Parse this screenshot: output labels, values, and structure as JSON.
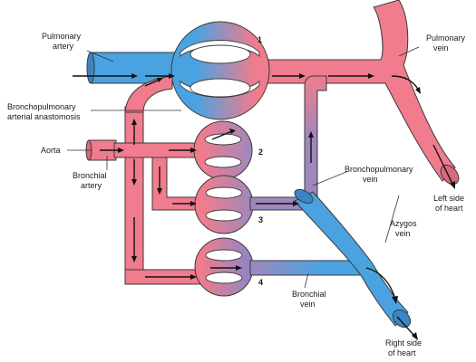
{
  "labels": {
    "pulmonary_artery_1": "Pulmonary",
    "pulmonary_artery_2": "artery",
    "pulmonary_vein_1": "Pulmonary",
    "pulmonary_vein_2": "vein",
    "bronchopulmonary_anastomosis_1": "Bronchopulmonary",
    "bronchopulmonary_anastomosis_2": "arterial anastomosis",
    "aorta": "Aorta",
    "bronchial_artery_1": "Bronchial",
    "bronchial_artery_2": "artery",
    "bronchopulmonary_vein_1": "Bronchopulmonary",
    "bronchopulmonary_vein_2": "vein",
    "left_heart_1": "Left side",
    "left_heart_2": "of heart",
    "azygos_vein_1": "Azygos",
    "azygos_vein_2": "vein",
    "bronchial_vein_1": "Bronchial",
    "bronchial_vein_2": "vein",
    "right_heart_1": "Right side",
    "right_heart_2": "of heart"
  },
  "capillary_numbers": [
    "1",
    "2",
    "3",
    "4"
  ],
  "colors": {
    "deoxygenated": "#4aa3e0",
    "oxygenated": "#f07c8e",
    "mixed": "#9f88bd",
    "outline": "#3a3a3a"
  }
}
